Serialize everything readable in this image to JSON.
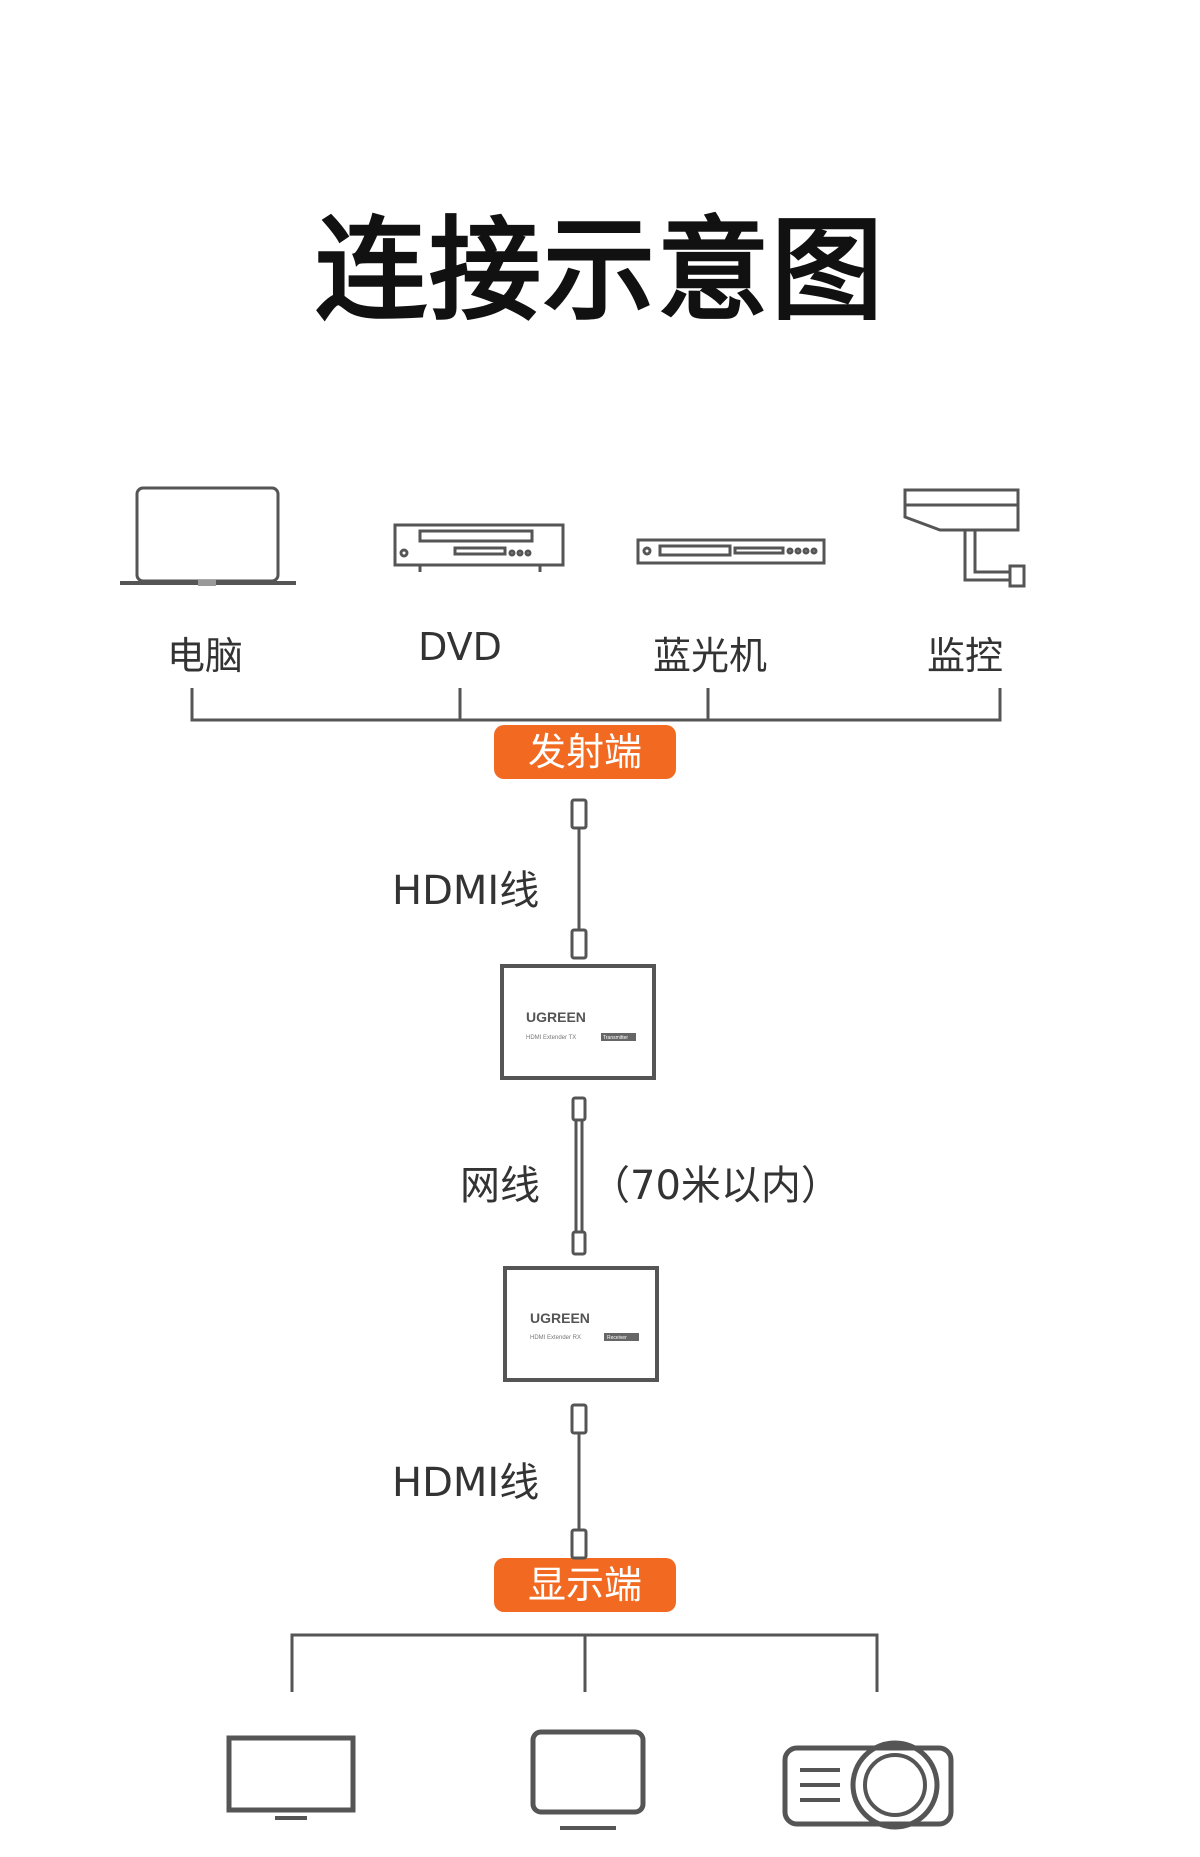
{
  "title": "连接示意图",
  "sources": [
    {
      "label": "电脑",
      "icon": "laptop-icon"
    },
    {
      "label": "DVD",
      "icon": "dvd-player-icon"
    },
    {
      "label": "蓝光机",
      "icon": "bluray-player-icon"
    },
    {
      "label": "监控",
      "icon": "security-camera-icon"
    }
  ],
  "transmitter_badge": "发射端",
  "receiver_badge": "显示端",
  "cable_labels": {
    "hdmi_top": "HDMI线",
    "network": "网线",
    "network_note": "（70米以内）",
    "hdmi_bottom": "HDMI线"
  },
  "devices": {
    "tx": {
      "brand": "UGREEN",
      "model": "HDMI Extender TX",
      "tag": "Transmitter"
    },
    "rx": {
      "brand": "UGREEN",
      "model": "HDMI Extender RX",
      "tag": "Receiver"
    }
  },
  "displays": [
    {
      "icon": "tv-icon"
    },
    {
      "icon": "monitor-icon"
    },
    {
      "icon": "projector-icon"
    }
  ],
  "colors": {
    "accent": "#f26a21",
    "line": "#555555"
  }
}
